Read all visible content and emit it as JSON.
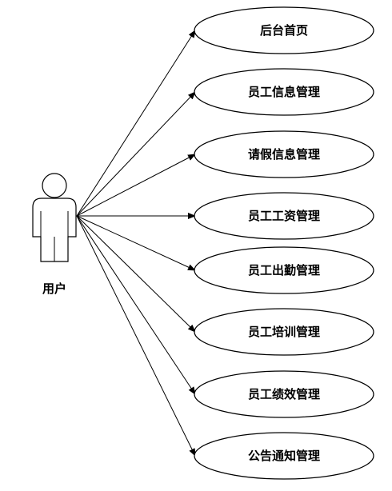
{
  "actor": {
    "label": "用户",
    "icon": "stick-figure-actor-icon"
  },
  "use_cases": [
    {
      "label": "后台首页"
    },
    {
      "label": "员工信息管理"
    },
    {
      "label": "请假信息管理"
    },
    {
      "label": "员工工资管理"
    },
    {
      "label": "员工出勤管理"
    },
    {
      "label": "员工培训管理"
    },
    {
      "label": "员工绩效管理"
    },
    {
      "label": "公告通知管理"
    }
  ],
  "colors": {
    "line": "#000000",
    "fill": "#ffffff"
  }
}
